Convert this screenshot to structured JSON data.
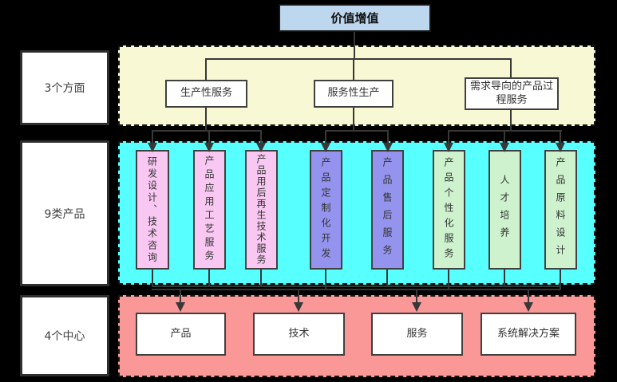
{
  "diagram": {
    "title": "价值增值",
    "row_labels": {
      "aspects": "3个方面",
      "products": "9类产品",
      "centers": "4个中心"
    },
    "aspects": [
      {
        "label": "生产性服务"
      },
      {
        "label": "服务性生产"
      },
      {
        "label": "需求导向的产品过程服务"
      }
    ],
    "products": [
      {
        "label": "研发设计、技术咨询",
        "color": "#F9C8F2"
      },
      {
        "label": "产品应用工艺服务",
        "color": "#F9C8F2"
      },
      {
        "label": "产品用后再生技术服务",
        "color": "#F9C8F2"
      },
      {
        "label": "产品定制化开发",
        "color": "#9494EE"
      },
      {
        "label": "产品售后服务",
        "color": "#9494EE"
      },
      {
        "label": "产品个性化服务",
        "color": "#CDF2CD"
      },
      {
        "label": "人才培养",
        "color": "#CDF2CD"
      },
      {
        "label": "产品原料设计",
        "color": "#CDF2CD"
      }
    ],
    "centers": [
      {
        "label": "产品"
      },
      {
        "label": "技术"
      },
      {
        "label": "服务"
      },
      {
        "label": "系统解决方案"
      }
    ],
    "colors": {
      "background": "#000000",
      "title_box": "#BDD7EE",
      "aspects_band": "#F8F8D4",
      "products_band": "#57FFFF",
      "centers_band": "#FA9797",
      "pink_product": "#F9C8F2",
      "purple_product": "#9494EE",
      "green_product": "#CDF2CD",
      "connector": "#383838"
    },
    "flows": [
      {
        "from": "价值增值",
        "to": [
          "生产性服务",
          "服务性生产",
          "需求导向的产品过程服务"
        ]
      },
      {
        "from": "生产性服务",
        "to": [
          "研发设计、技术咨询",
          "产品应用工艺服务",
          "产品用后再生技术服务"
        ]
      },
      {
        "from": "服务性生产",
        "to": [
          "产品定制化开发",
          "产品售后服务"
        ]
      },
      {
        "from": "需求导向的产品过程服务",
        "to": [
          "产品个性化服务",
          "人才培养",
          "产品原料设计"
        ]
      },
      {
        "from": "9类产品",
        "to": [
          "产品",
          "技术",
          "服务",
          "系统解决方案"
        ]
      }
    ]
  }
}
